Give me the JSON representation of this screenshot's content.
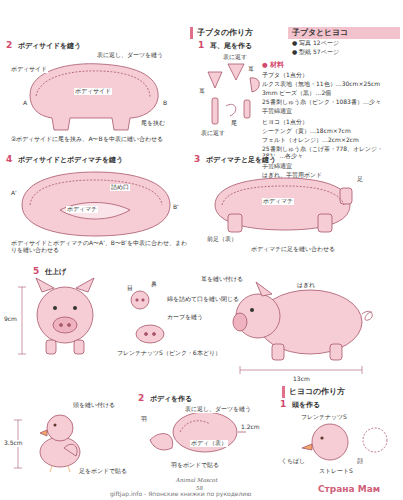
{
  "diagram": {
    "nodes": [
      {
        "text": [
          "子ブタとヒヨコ"
        ]
      },
      {
        "text": [
          "子ブタの作り方"
        ]
      },
      {
        "text": [
          "ヒヨコの作り方"
        ]
      }
    ],
    "labels": [
      "● 写真 12ページ",
      "● 型紙 57ページ",
      "● 材料",
      "子ブタ（1点分）",
      "ルクス表地（無地・11色）…30cm×25cm",
      "3mm ビーズ（黒）…2個",
      "25番刺しゅう糸（ピンク・1083番）…少々",
      "手芸綿適宜",
      "ヒヨコ（1点分）",
      "シーチング（黄）…18cm×7cm",
      "フェルト（オレンジ）…2cm×2cm",
      "25番刺しゅう糸（こげ茶・778、オレンジ・381）…各少々",
      "手芸綿適宜",
      "はぎれ、手芸用ボンド",
      "1",
      "耳、尾を作る",
      "表に返す",
      "耳",
      "耳",
      "尾",
      "表に返す",
      "2",
      "ボディサイドを縫う",
      "表に返し、ダーツを縫う",
      "ボディサイド",
      "ボディサイド",
      "A",
      "B",
      "尾を挟む",
      "②ボディサイドに尾を挟み、A〜Bを中表に縫い合わせる",
      "4",
      "ボディサイドとボディマチを縫う",
      "A'",
      "ボディマチ",
      "詰め口",
      "B'",
      "ボディサイドとボディマチのA〜A'、B〜B'を中表に合わせ、まわりを縫い合わせる",
      "3",
      "ボディマチと足を縫う",
      "ボディマチ",
      "足",
      "前足（表）",
      "ボディマチに足を縫い合わせる",
      "5",
      "仕上げ",
      "9cm",
      "鼻",
      "目",
      "綿を詰めて口を縫い閉じる",
      "カーブを縫う",
      "フレンチナッツS（ピンク・6本どり）",
      "はぎれ",
      "耳を縫い付ける",
      "13cm",
      "1",
      "頭を作る",
      "顔",
      "くちばし",
      "フレンチナッツS",
      "ストレートS",
      "2",
      "ボディを作る",
      "表に返し、ダーツを縫う",
      "ボディ（表）",
      "1.2cm",
      "羽",
      "羽をボンドで貼る",
      "3.5cm",
      "頭を縫い付ける",
      "足をボンドで貼る",
      "Animal Mascot",
      "58",
      "giftjap.info - Японские книжки по рукоделию",
      "Страна Мам"
    ]
  }
}
